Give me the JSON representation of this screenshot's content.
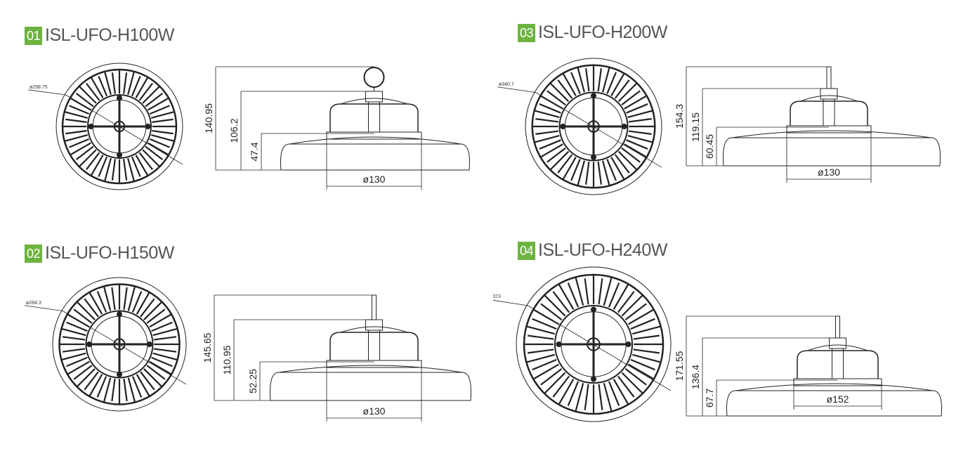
{
  "panels": [
    {
      "code": "01",
      "model": "ISL-UFO-H100W",
      "top_diameter": "ø258.75",
      "heights": [
        "140.95",
        "106.2",
        "47.4"
      ],
      "base_diameter": "ø130"
    },
    {
      "code": "02",
      "model": "ISL-UFO-H150W",
      "top_diameter": "ø284.3",
      "heights": [
        "145.65",
        "110.95",
        "52.25"
      ],
      "base_diameter": "ø130"
    },
    {
      "code": "03",
      "model": "ISL-UFO-H200W",
      "top_diameter": "ø340.7",
      "heights": [
        "154.3",
        "119.15",
        "60.45"
      ],
      "base_diameter": "ø130"
    },
    {
      "code": "04",
      "model": "ISL-UFO-H240W",
      "top_diameter": "ø373",
      "heights": [
        "171.55",
        "136.4",
        "67.7"
      ],
      "base_diameter": "ø152"
    }
  ],
  "colors": {
    "badge": "#6db33f",
    "line": "#222222"
  }
}
